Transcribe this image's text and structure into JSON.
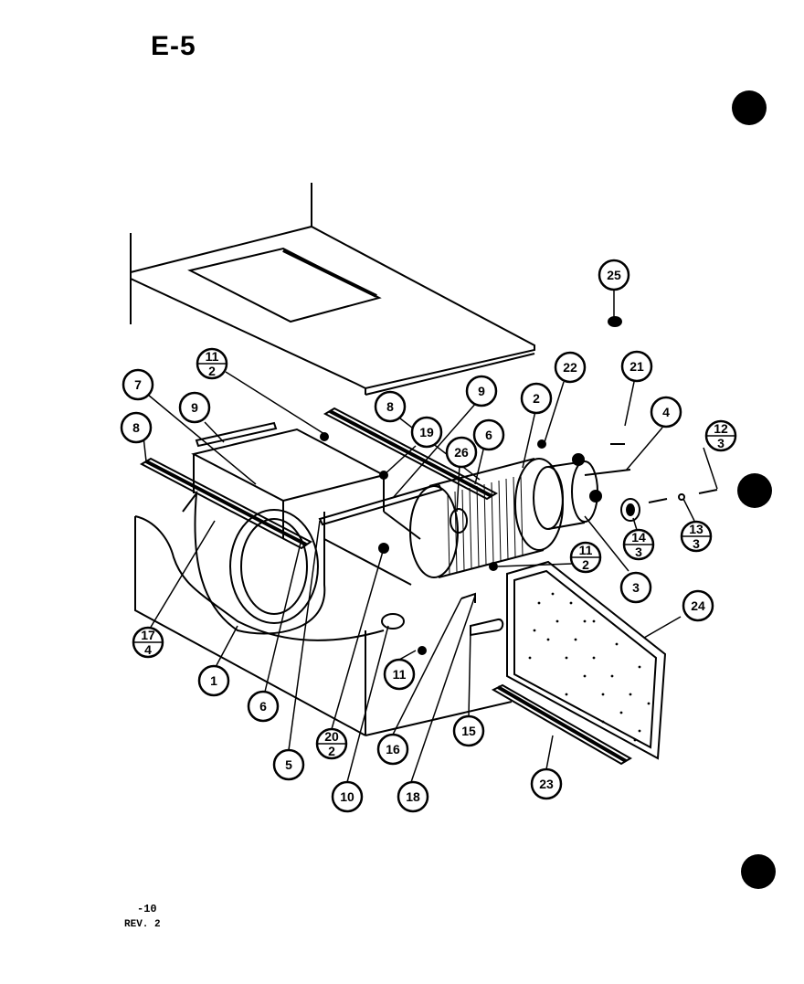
{
  "header": {
    "title": "E-5"
  },
  "footer": {
    "page_number": "-10",
    "revision": "REV. 2"
  },
  "callouts": [
    {
      "id": "c25",
      "label": "25"
    },
    {
      "id": "c22",
      "label": "22"
    },
    {
      "id": "c21",
      "label": "21"
    },
    {
      "id": "c4",
      "label": "4"
    },
    {
      "id": "c12_3",
      "top": "12",
      "bottom": "3"
    },
    {
      "id": "c13_3",
      "top": "13",
      "bottom": "3"
    },
    {
      "id": "c14_3",
      "top": "14",
      "bottom": "3"
    },
    {
      "id": "c3",
      "label": "3"
    },
    {
      "id": "c24",
      "label": "24"
    },
    {
      "id": "c11_2_top",
      "top": "11",
      "bottom": "2"
    },
    {
      "id": "c11_2_right",
      "top": "11",
      "bottom": "2"
    },
    {
      "id": "c7",
      "label": "7"
    },
    {
      "id": "c9_left",
      "label": "9"
    },
    {
      "id": "c8_left",
      "label": "8"
    },
    {
      "id": "c8_mid",
      "label": "8"
    },
    {
      "id": "c19",
      "label": "19"
    },
    {
      "id": "c9_right",
      "label": "9"
    },
    {
      "id": "c26",
      "label": "26"
    },
    {
      "id": "c6_right",
      "label": "6"
    },
    {
      "id": "c2",
      "label": "2"
    },
    {
      "id": "c17_4",
      "top": "17",
      "bottom": "4"
    },
    {
      "id": "c1",
      "label": "1"
    },
    {
      "id": "c6_left",
      "label": "6"
    },
    {
      "id": "c5",
      "label": "5"
    },
    {
      "id": "c20_2",
      "top": "20",
      "bottom": "2"
    },
    {
      "id": "c10",
      "label": "10"
    },
    {
      "id": "c11",
      "label": "11"
    },
    {
      "id": "c16",
      "label": "16"
    },
    {
      "id": "c18",
      "label": "18"
    },
    {
      "id": "c15",
      "label": "15"
    },
    {
      "id": "c23",
      "label": "23"
    }
  ]
}
